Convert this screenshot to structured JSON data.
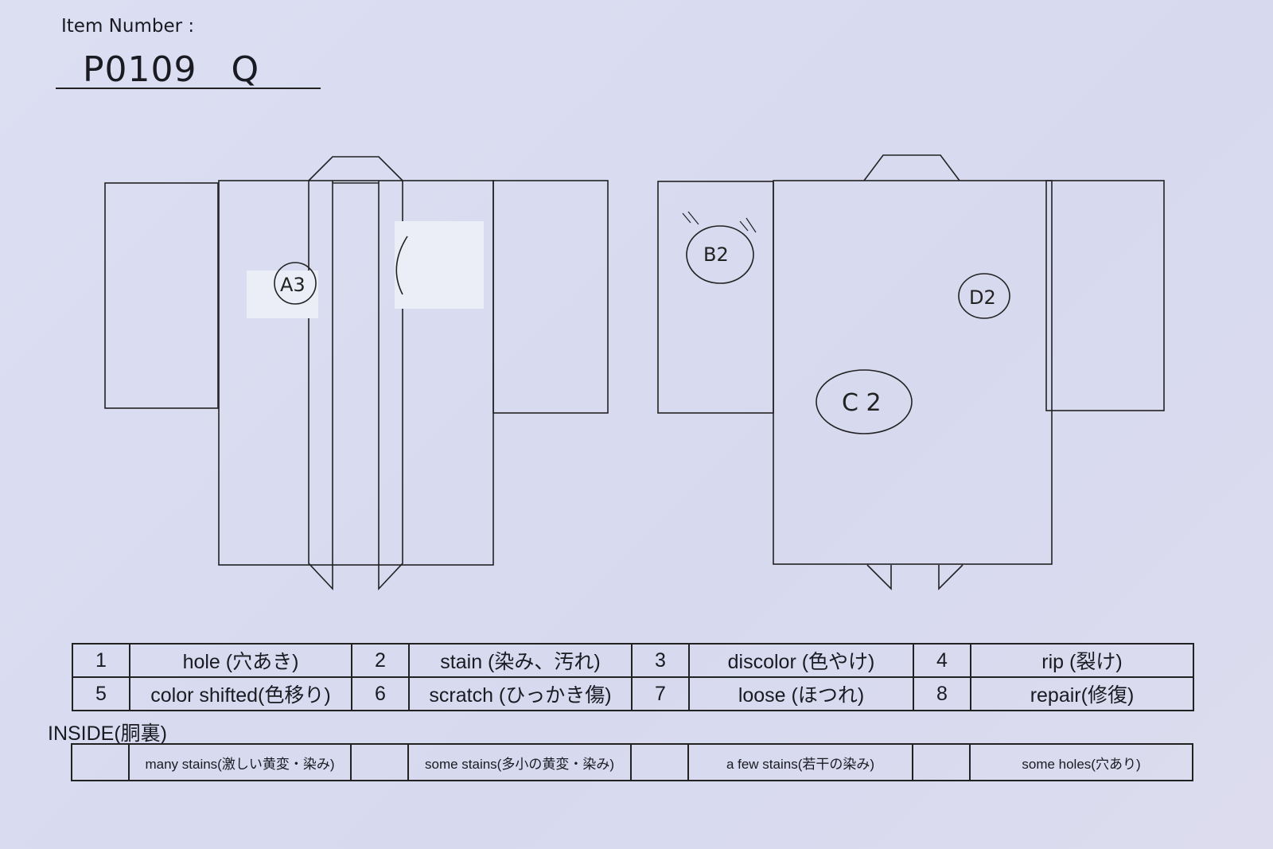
{
  "header": {
    "item_number_label": "Item Number :",
    "item_number_value": "P0109 Q"
  },
  "annotations": {
    "front": "A3",
    "back_sleeve": "B2",
    "back_center": "C 2",
    "back_right": "D2"
  },
  "legend": {
    "rows": [
      [
        {
          "num": "1",
          "label": "hole (穴あき)"
        },
        {
          "num": "2",
          "label": "stain (染み、汚れ)"
        },
        {
          "num": "3",
          "label": "discolor (色やけ)"
        },
        {
          "num": "4",
          "label": "rip (裂け)"
        }
      ],
      [
        {
          "num": "5",
          "label": "color shifted(色移り)"
        },
        {
          "num": "6",
          "label": "scratch (ひっかき傷)"
        },
        {
          "num": "7",
          "label": "loose (ほつれ)"
        },
        {
          "num": "8",
          "label": "repair(修復)"
        }
      ]
    ]
  },
  "inside": {
    "title": "INSIDE(胴裏)",
    "items": [
      "many stains(激しい黄変・染み)",
      "some stains(多小の黄変・染み)",
      "a few stains(若干の染み)",
      "some holes(穴あり)"
    ]
  }
}
